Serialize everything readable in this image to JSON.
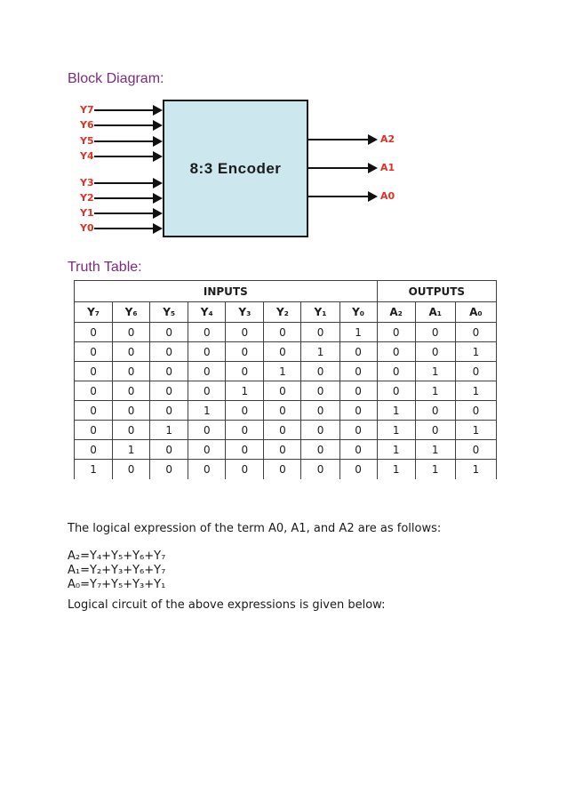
{
  "headings": {
    "block_diagram": "Block Diagram:",
    "truth_table": "Truth Table:"
  },
  "block_diagram": {
    "box_label": "8:3 Encoder",
    "box_fill": "#cde7ef",
    "label_color": "#e03228",
    "inputs": [
      "Y7",
      "Y6",
      "Y5",
      "Y4",
      "Y3",
      "Y2",
      "Y1",
      "Y0"
    ],
    "outputs": [
      "A2",
      "A1",
      "A0"
    ]
  },
  "truth_table": {
    "groups": {
      "inputs": "INPUTS",
      "outputs": "OUTPUTS"
    },
    "headers": [
      "Y₇",
      "Y₆",
      "Y₅",
      "Y₄",
      "Y₃",
      "Y₂",
      "Y₁",
      "Y₀",
      "A₂",
      "A₁",
      "A₀"
    ],
    "rows": [
      [
        "0",
        "0",
        "0",
        "0",
        "0",
        "0",
        "0",
        "1",
        "0",
        "0",
        "0"
      ],
      [
        "0",
        "0",
        "0",
        "0",
        "0",
        "0",
        "1",
        "0",
        "0",
        "0",
        "1"
      ],
      [
        "0",
        "0",
        "0",
        "0",
        "0",
        "1",
        "0",
        "0",
        "0",
        "1",
        "0"
      ],
      [
        "0",
        "0",
        "0",
        "0",
        "1",
        "0",
        "0",
        "0",
        "0",
        "1",
        "1"
      ],
      [
        "0",
        "0",
        "0",
        "1",
        "0",
        "0",
        "0",
        "0",
        "1",
        "0",
        "0"
      ],
      [
        "0",
        "0",
        "1",
        "0",
        "0",
        "0",
        "0",
        "0",
        "1",
        "0",
        "1"
      ],
      [
        "0",
        "1",
        "0",
        "0",
        "0",
        "0",
        "0",
        "0",
        "1",
        "1",
        "0"
      ],
      [
        "1",
        "0",
        "0",
        "0",
        "0",
        "0",
        "0",
        "0",
        "1",
        "1",
        "1"
      ]
    ]
  },
  "expressions": {
    "intro": "The logical expression of the term A0, A1, and A2 are as follows:",
    "lines": [
      "A₂=Y₄+Y₅+Y₆+Y₇",
      "A₁=Y₂+Y₃+Y₆+Y₇",
      "A₀=Y₇+Y₅+Y₃+Y₁"
    ],
    "outro": "Logical circuit of the above expressions is given below:"
  }
}
